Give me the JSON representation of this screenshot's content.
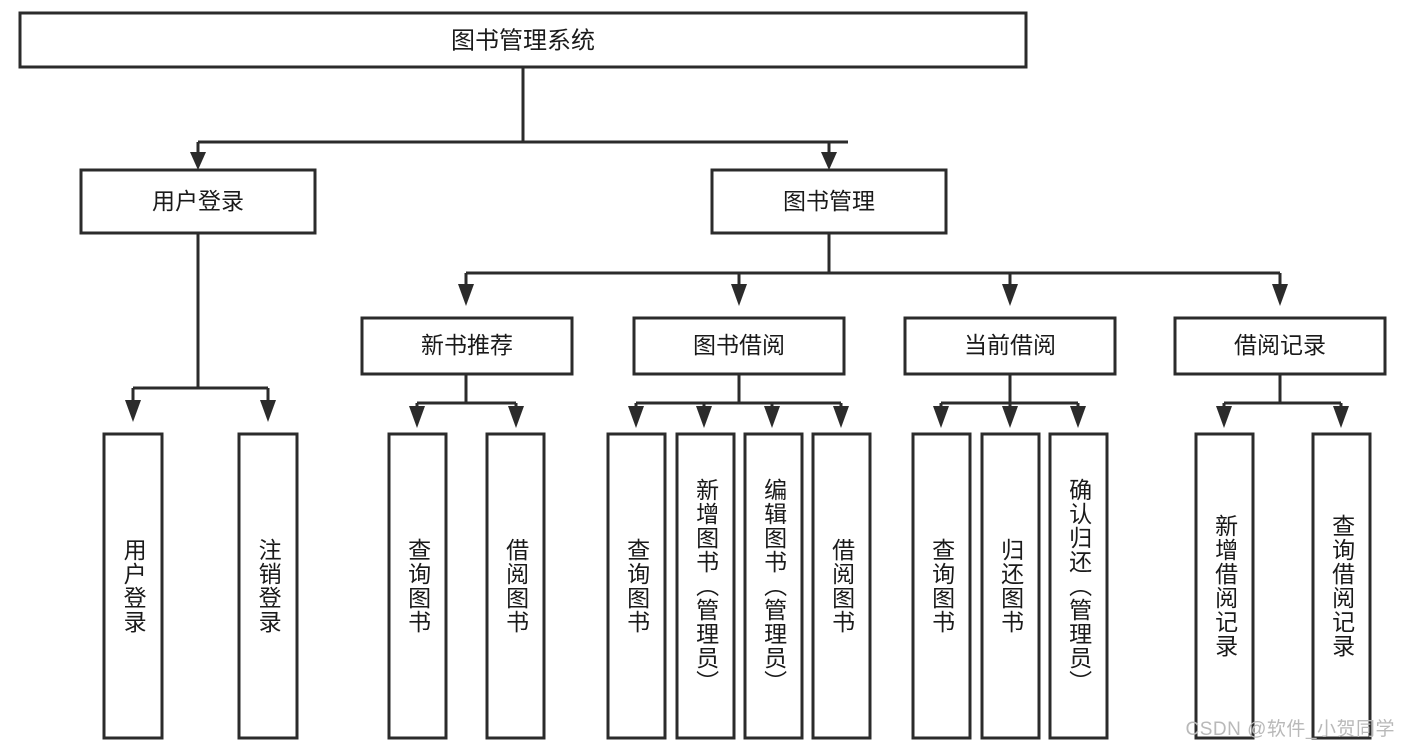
{
  "diagram": {
    "kind": "hierarchy-tree",
    "title_node": {
      "label": "图书管理系统"
    },
    "level2": [
      {
        "id": "user-login",
        "label": "用户登录"
      },
      {
        "id": "book-management",
        "label": "图书管理"
      }
    ],
    "level3": [
      {
        "id": "new-book-recommend",
        "label": "新书推荐"
      },
      {
        "id": "book-borrow",
        "label": "图书借阅"
      },
      {
        "id": "current-borrow",
        "label": "当前借阅"
      },
      {
        "id": "borrow-record",
        "label": "借阅记录"
      }
    ],
    "leaves": {
      "user_login": [
        {
          "id": "leaf-user-login",
          "label": "用户登录"
        },
        {
          "id": "leaf-logout-login",
          "label": "注销登录"
        }
      ],
      "new_book_recommend": [
        {
          "id": "leaf-query-book-1",
          "label": "查询图书"
        },
        {
          "id": "leaf-borrow-book-1",
          "label": "借阅图书"
        }
      ],
      "book_borrow": [
        {
          "id": "leaf-query-book-2",
          "label": "查询图书"
        },
        {
          "id": "leaf-add-book",
          "label": "新增图书（管理员）"
        },
        {
          "id": "leaf-edit-book",
          "label": "编辑图书（管理员）"
        },
        {
          "id": "leaf-borrow-book-2",
          "label": "借阅图书"
        }
      ],
      "current_borrow": [
        {
          "id": "leaf-query-book-3",
          "label": "查询图书"
        },
        {
          "id": "leaf-return-book",
          "label": "归还图书"
        },
        {
          "id": "leaf-confirm-return",
          "label": "确认归还（管理员）"
        }
      ],
      "borrow_record": [
        {
          "id": "leaf-add-record",
          "label": "新增借阅记录"
        },
        {
          "id": "leaf-query-record",
          "label": "查询借阅记录"
        }
      ]
    }
  },
  "watermark": {
    "text": "CSDN @软件_小贺同学"
  },
  "colors": {
    "stroke": "#2b2b2b",
    "fill": "#ffffff",
    "text": "#1a1a1a",
    "watermark": "#b9b9b9",
    "background": "#ffffff"
  }
}
